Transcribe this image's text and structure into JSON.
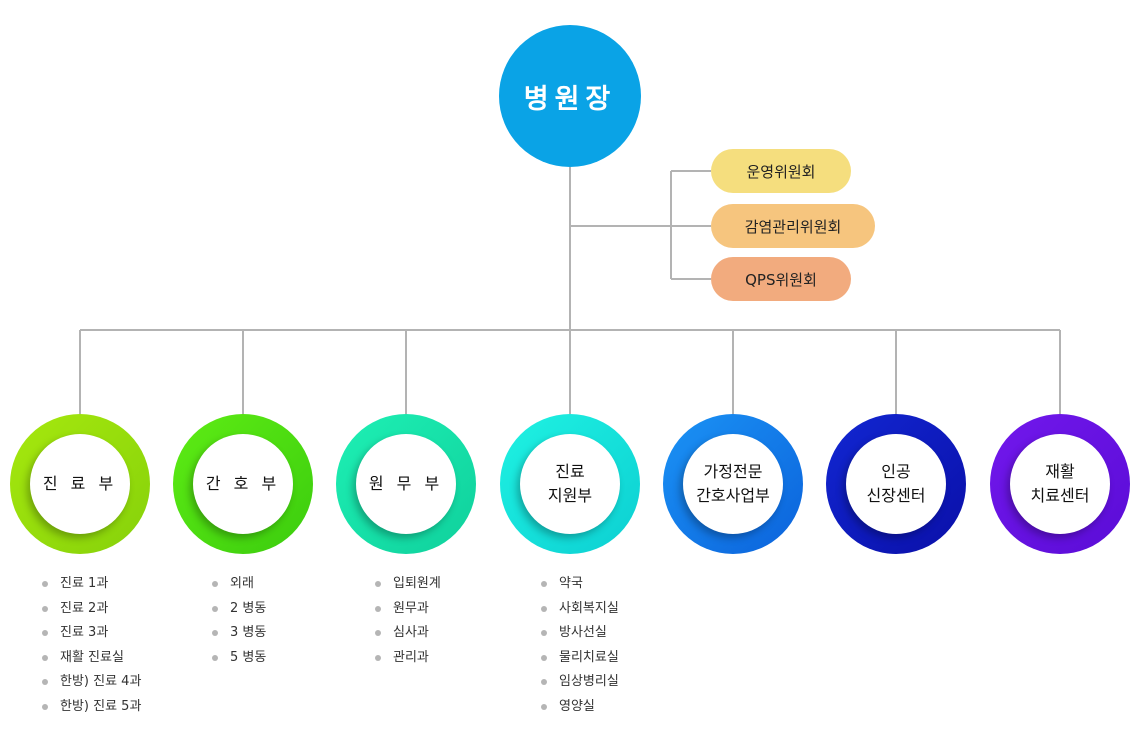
{
  "director": {
    "label": "병원장",
    "color": "#0aa3e6"
  },
  "committees": [
    {
      "label": "운영위원회",
      "color": "#f5de7e"
    },
    {
      "label": "감염관리위원회",
      "color": "#f6c57e"
    },
    {
      "label": "QPS위원회",
      "color": "#f2ab7e"
    }
  ],
  "departments": [
    {
      "label": "진료부",
      "lines": [
        "진 료 부"
      ],
      "ring_from": "#a6e80e",
      "ring_to": "#86d10a",
      "items": [
        "진료 1과",
        "진료 2과",
        "진료 3과",
        "재활 진료실",
        "한방) 진료 4과",
        "한방) 진료 5과"
      ]
    },
    {
      "label": "간호부",
      "lines": [
        "간 호 부"
      ],
      "ring_from": "#5eec14",
      "ring_to": "#3bcc0e",
      "items": [
        "외래",
        "2 병동",
        "3 병동",
        "5 병동"
      ]
    },
    {
      "label": "원무부",
      "lines": [
        "원 무 부"
      ],
      "ring_from": "#1ef0b4",
      "ring_to": "#0fd09c",
      "items": [
        "입퇴원계",
        "원무과",
        "심사과",
        "관리과"
      ]
    },
    {
      "label": "진료 지원부",
      "lines": [
        "진료",
        "지원부"
      ],
      "ring_from": "#1ff2e2",
      "ring_to": "#0ccfd2",
      "items": [
        "약국",
        "사회복지실",
        "방사선실",
        "물리치료실",
        "임상병리실",
        "영양실"
      ]
    },
    {
      "label": "가정전문 간호사업부",
      "lines": [
        "가정전문",
        "간호사업부"
      ],
      "ring_from": "#1b93f5",
      "ring_to": "#0b62db",
      "items": []
    },
    {
      "label": "인공 신장센터",
      "lines": [
        "인공",
        "신장센터"
      ],
      "ring_from": "#1227d2",
      "ring_to": "#0a0fa8",
      "items": []
    },
    {
      "label": "재활 치료센터",
      "lines": [
        "재활",
        "치료센터"
      ],
      "ring_from": "#7218ec",
      "ring_to": "#5a0cd6",
      "items": []
    }
  ]
}
